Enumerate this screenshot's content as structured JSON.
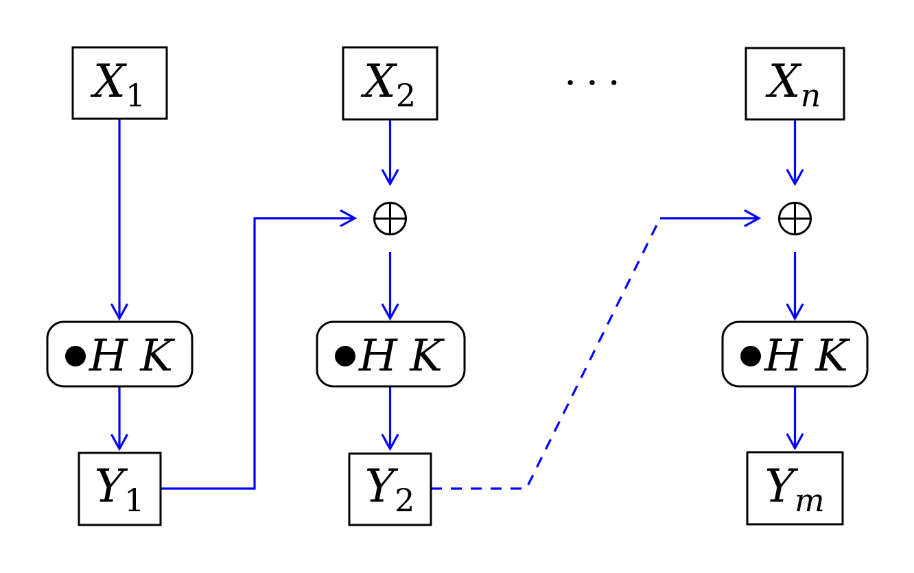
{
  "colors": {
    "edge": "#0000ff",
    "node_border": "#000000",
    "text": "#000000",
    "background": "#ffffff"
  },
  "diagram": {
    "ellipsis": "···",
    "xor_symbol": "⊕",
    "bullet": "●",
    "columns": [
      {
        "input": {
          "main": "X",
          "sub": "1"
        },
        "op": {
          "label": "HK"
        },
        "output": {
          "main": "Y",
          "sub": "1"
        },
        "has_xor": false
      },
      {
        "input": {
          "main": "X",
          "sub": "2"
        },
        "op": {
          "label": "HK"
        },
        "output": {
          "main": "Y",
          "sub": "2"
        },
        "has_xor": true
      },
      {
        "input": {
          "main": "X",
          "sub": "n"
        },
        "op": {
          "label": "HK"
        },
        "output": {
          "main": "Y",
          "sub": "m"
        },
        "has_xor": true
      }
    ]
  }
}
